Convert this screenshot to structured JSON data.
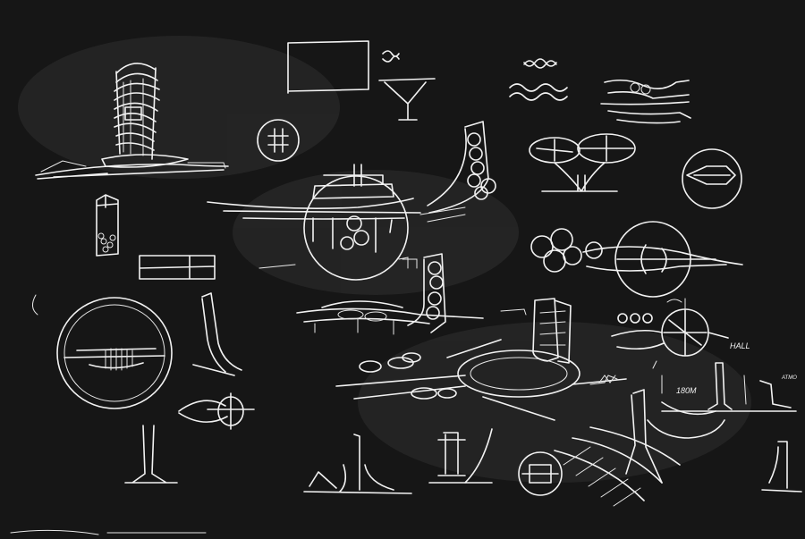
{
  "image": {
    "subject": "architectural-sketches-on-blackboard",
    "background_color": "#161616",
    "stroke_color": "#f2f2f2"
  },
  "labels": {
    "hall": "HALL",
    "dimension": "180M",
    "right_edge": "ATMO"
  }
}
